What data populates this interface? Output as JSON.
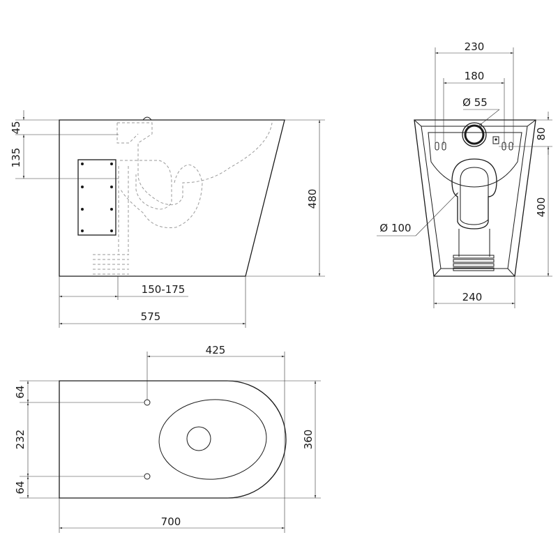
{
  "side_view": {
    "dims": {
      "top_offset": "45",
      "inlet_height": "135",
      "height": "480",
      "outlet_distance": "150-175",
      "length": "575"
    }
  },
  "front_view": {
    "dims": {
      "outer_width": "230",
      "fixing_width": "180",
      "inlet_diameter": "Ø 55",
      "top_band": "80",
      "outlet_diameter": "Ø 100",
      "lower_height": "400",
      "base_width": "240"
    }
  },
  "plan_view": {
    "dims": {
      "bolt_to_front": "425",
      "edge_to_bolt_top": "64",
      "bolt_spacing": "232",
      "edge_to_bolt_bottom": "64",
      "width": "360",
      "length": "700"
    }
  }
}
